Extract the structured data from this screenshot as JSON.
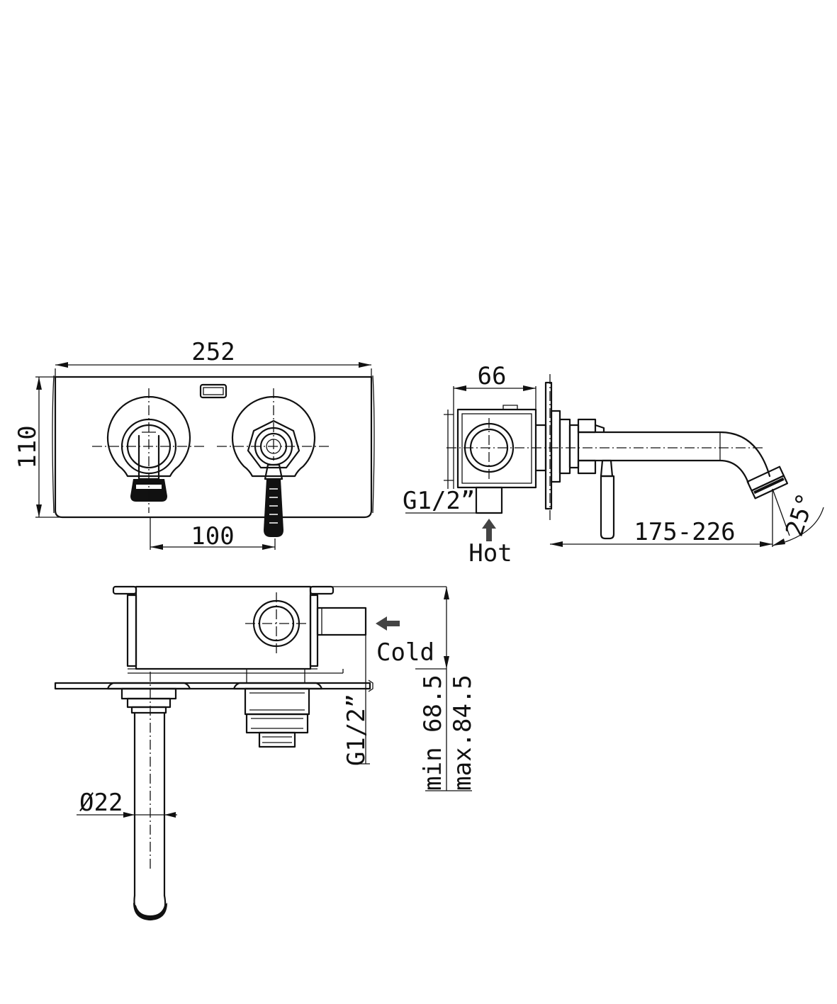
{
  "dimensions": {
    "width": "252",
    "height": "110",
    "spacing": "100",
    "depth": "66",
    "projection": "175-226",
    "angle": "25°",
    "diameter": "Ø22",
    "min_depth": "min 68.5",
    "max_depth": "max.84.5"
  },
  "connections": {
    "thread_side": "G1/2”",
    "thread_bottom": "G1/2”",
    "hot": "Hot",
    "cold": "Cold"
  }
}
